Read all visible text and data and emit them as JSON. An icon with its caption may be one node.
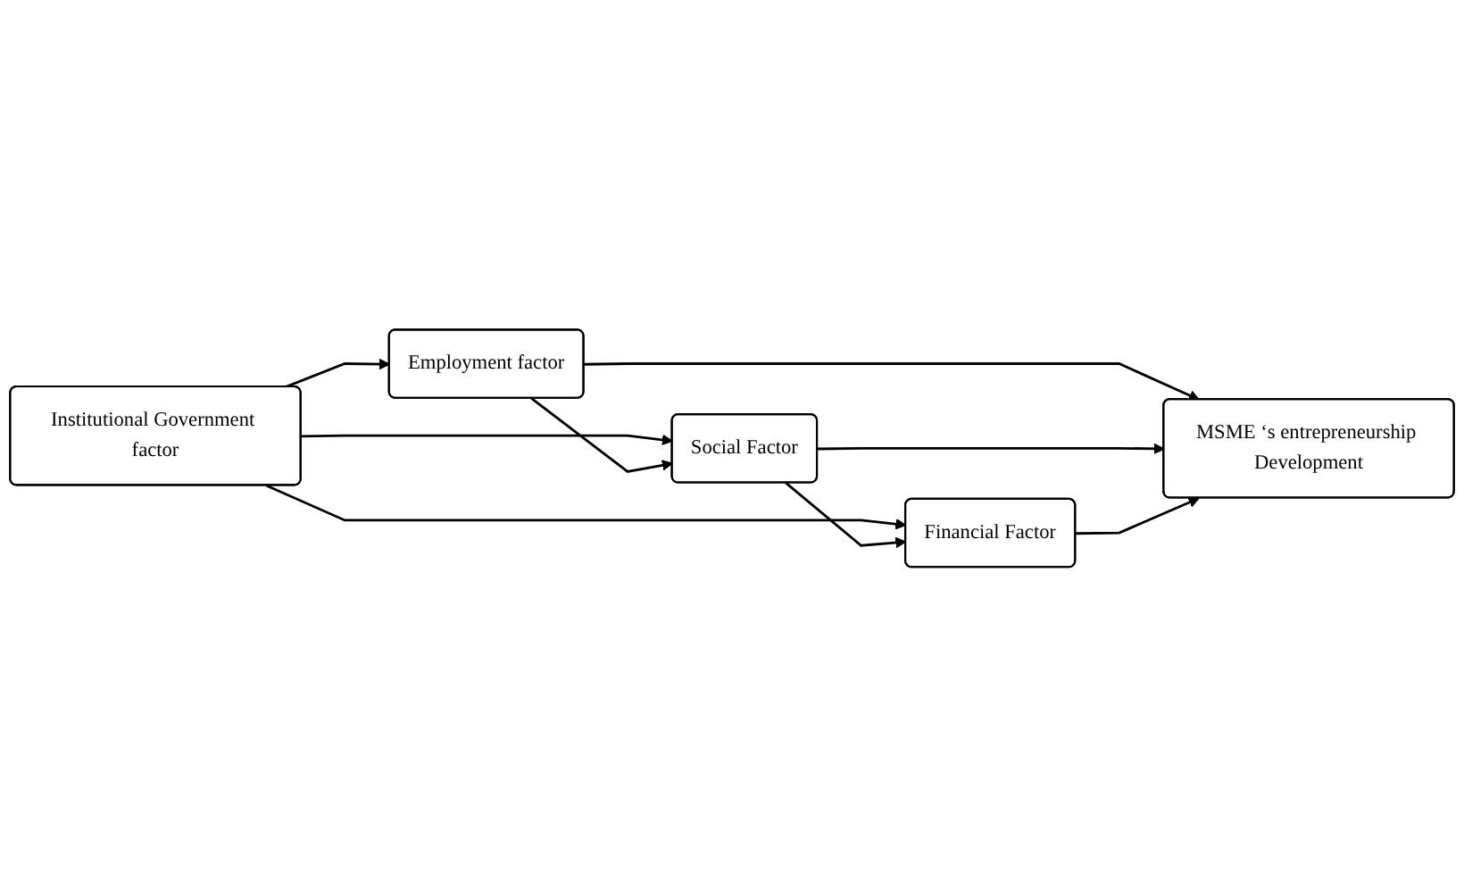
{
  "diagram": {
    "nodes": [
      {
        "text": [
          "Institutional Government factor"
        ]
      },
      {
        "text": [
          "Employment factor"
        ]
      },
      {
        "text": [
          "Social Factor"
        ]
      },
      {
        "text": [
          "Financial Factor"
        ]
      },
      {
        "text": [
          "MSME ‘s entrepreneurship Development"
        ]
      }
    ],
    "edges": [
      {
        "from": 0,
        "to": 1,
        "arrow": "to"
      },
      {
        "from": 0,
        "to": 2,
        "arrow": "to"
      },
      {
        "from": 0,
        "to": 3,
        "arrow": "to"
      },
      {
        "from": 1,
        "to": 2,
        "arrow": "to"
      },
      {
        "from": 2,
        "to": 3,
        "arrow": "to"
      },
      {
        "from": 1,
        "to": 4,
        "arrow": "to"
      },
      {
        "from": 2,
        "to": 4,
        "arrow": "to"
      },
      {
        "from": 3,
        "to": 4,
        "arrow": "to"
      }
    ]
  }
}
